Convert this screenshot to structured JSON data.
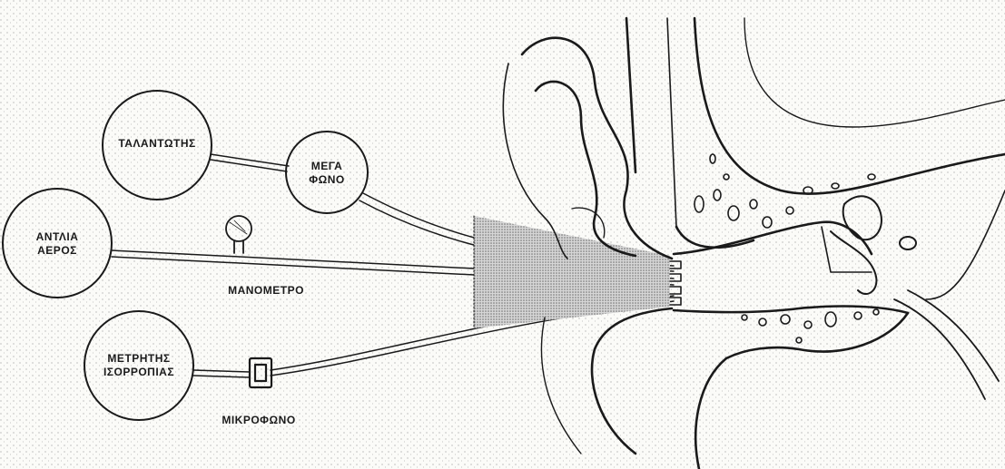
{
  "diagram": {
    "oscillator": "ΤΑΛΑΝΤΩΤΗΣ",
    "loudspeaker": [
      "ΜΕΓΑ",
      "ΦΩΝΟ"
    ],
    "air_pump": [
      "ΑΝΤΛΙΑ",
      "ΑΕΡΟΣ"
    ],
    "manometer": "ΜΑΝΟΜΕΤΡΟ",
    "balance_meter": [
      "ΜΕΤΡΗΤΗΣ",
      "ΙΣΟΡΡΟΠΙΑΣ"
    ],
    "microphone": "ΜΙΚΡΟΦΩΝΟ"
  }
}
